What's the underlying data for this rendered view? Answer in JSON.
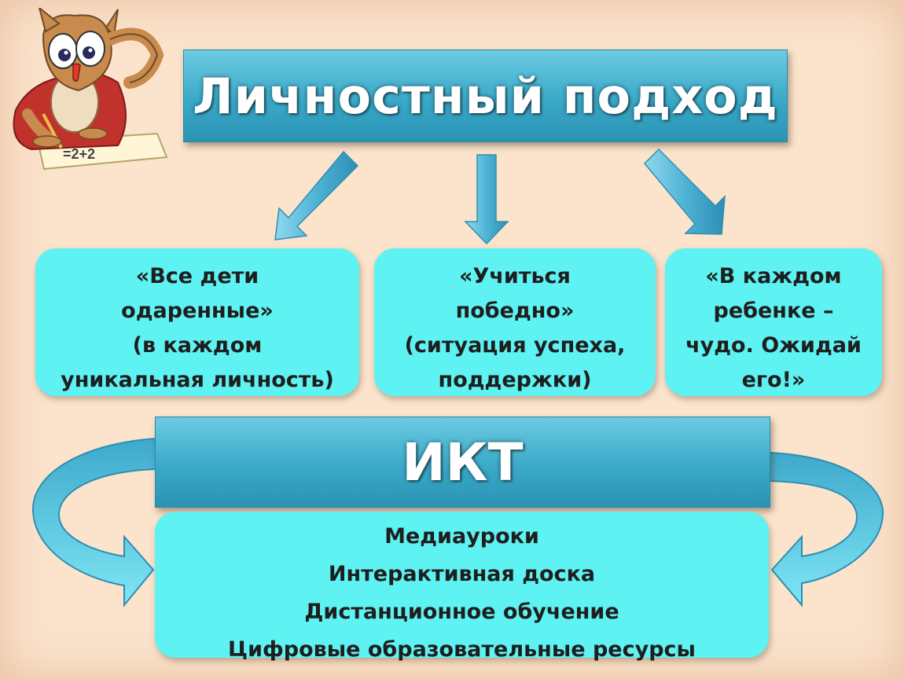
{
  "title": "Личностный подход",
  "cards": [
    {
      "lines": [
        "«Все дети",
        "одаренные»",
        "(в каждом",
        "уникальная личность)"
      ]
    },
    {
      "lines": [
        "«Учиться",
        "победно»",
        "(ситуация успеха,",
        "поддержки)"
      ]
    },
    {
      "lines": [
        "«В каждом",
        "ребенке –",
        "чудо. Ожидай",
        "его!»"
      ]
    }
  ],
  "ikt": {
    "title": "ИКТ",
    "items": [
      "Медиауроки",
      "Интерактивная доска",
      "Дистанционное обучение",
      "Цифровые образовательные ресурсы"
    ]
  },
  "colors": {
    "background": "#fbe3cc",
    "header_blue": "#3aa9c9",
    "card_cyan": "#5ef2f2",
    "arrow_blue": "#4fb3d6"
  },
  "icons": [
    "owl-thinking-illustration",
    "arrow-down-left",
    "arrow-down",
    "arrow-down-right",
    "curved-arrow-left",
    "curved-arrow-right"
  ]
}
